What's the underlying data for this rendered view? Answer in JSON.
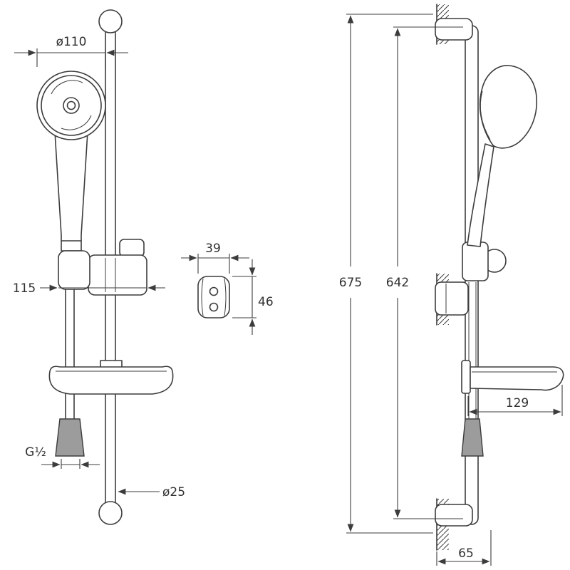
{
  "drawing": {
    "type": "technical-dimension-drawing",
    "subject": "shower rail set with hand shower, wall bracket detail and soap dish (front and side views)",
    "colors": {
      "line": "#3c3c3c",
      "background": "#ffffff",
      "shade": "#9c9c9c"
    },
    "dims": {
      "head_diameter": "ø110",
      "holder_width": "115",
      "bracket_width": "39",
      "bracket_height": "46",
      "total_height": "675",
      "rail_span": "642",
      "dish_depth": "129",
      "wall_offset": "65",
      "thread": "G½",
      "rail_diameter": "ø25"
    }
  }
}
